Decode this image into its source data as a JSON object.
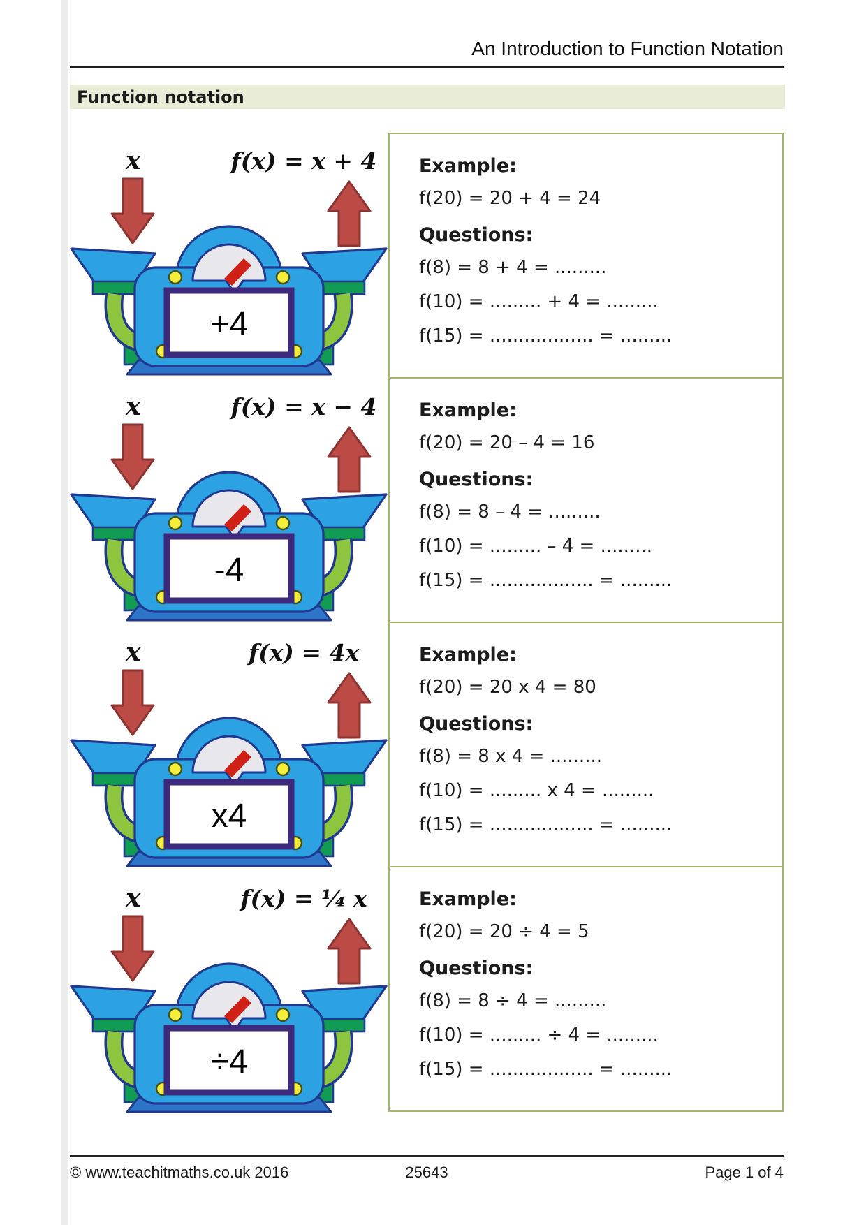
{
  "header": {
    "title": "An Introduction to Function Notation"
  },
  "banner": {
    "label": "Function notation"
  },
  "rows": [
    {
      "input_label": "x",
      "formula": "f(x) = x + 4",
      "machine_display": "+4",
      "example_heading": "Example:",
      "example": "f(20) = 20 + 4 = 24",
      "questions_heading": "Questions:",
      "q1": "f(8) = 8 + 4 = .........",
      "q2": "f(10) = ......... + 4 = .........",
      "q3": "f(15) = .................. = ........."
    },
    {
      "input_label": "x",
      "formula": "f(x) = x − 4",
      "machine_display": "-4",
      "example_heading": "Example:",
      "example": "f(20) = 20 – 4 = 16",
      "questions_heading": "Questions:",
      "q1": "f(8) = 8 – 4 = .........",
      "q2": "f(10) = ......... – 4 = .........",
      "q3": "f(15) = .................. = ........."
    },
    {
      "input_label": "x",
      "formula": "f(x) = 4x",
      "machine_display": "x4",
      "example_heading": "Example:",
      "example": "f(20) = 20 x 4 = 80",
      "questions_heading": "Questions:",
      "q1": "f(8) = 8 x 4 = .........",
      "q2": "f(10) = ......... x 4 = .........",
      "q3": "f(15) = .................. = ........."
    },
    {
      "input_label": "x",
      "formula": "f(x) = ¹⁄₄ x",
      "machine_display": "÷4",
      "example_heading": "Example:",
      "example": "f(20) = 20 ÷ 4 = 5",
      "questions_heading": "Questions:",
      "q1": "f(8) = 8 ÷ 4 = .........",
      "q2": "f(10) = ......... ÷ 4 = .........",
      "q3": "f(15) = ..................  = ........."
    }
  ],
  "footer": {
    "copyright": "© www.teachitmaths.co.uk 2016",
    "doc_id": "25643",
    "page": "Page 1 of 4"
  },
  "colors": {
    "machine_blue": "#2da2e2",
    "outline_navy": "#20398f",
    "pipe_green": "#8dc63e",
    "collar_green": "#129b52",
    "rivet_yellow": "#f6ec3a",
    "arrow_red": "#bc4b46",
    "screen_border_purple": "#3e2a7d",
    "box_border_olive": "#a3b46c",
    "banner_bg": "#e9edd8"
  }
}
